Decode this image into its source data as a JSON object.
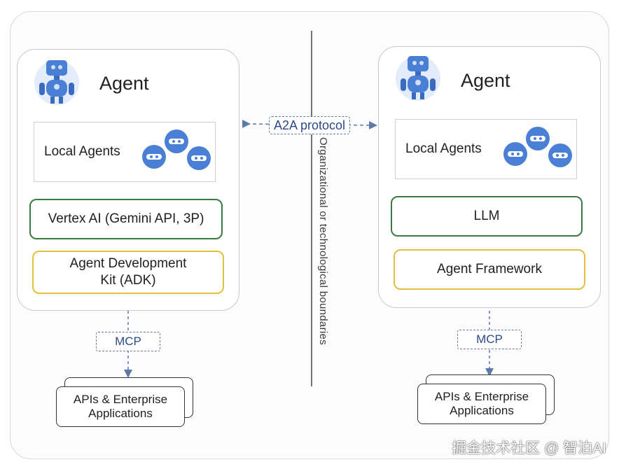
{
  "left_agent": {
    "title": "Agent",
    "local_agents": "Local Agents",
    "model_box": "Vertex AI (Gemini API, 3P)",
    "framework_box": "Agent Development Kit (ADK)",
    "mcp_label": "MCP",
    "apps_box": "APIs & Enterprise Applications"
  },
  "right_agent": {
    "title": "Agent",
    "local_agents": "Local Agents",
    "model_box": "LLM",
    "framework_box": "Agent Framework",
    "mcp_label": "MCP",
    "apps_box": "APIs & Enterprise Applications"
  },
  "protocol_label": "A2A protocol",
  "boundary_label": "Organizational or technological boundaries",
  "watermark": "掘金技术社区 @ 智泊AI",
  "colors": {
    "robot_blue": "#4a7fd6",
    "robot_light": "#cfe0f7",
    "green_border": "#3c7a45",
    "yellow_border": "#e3bf3c",
    "dashed_line": "#5f7aa8"
  },
  "icons": [
    "robot-icon",
    "mini-agent-icon",
    "arrow-icon"
  ]
}
